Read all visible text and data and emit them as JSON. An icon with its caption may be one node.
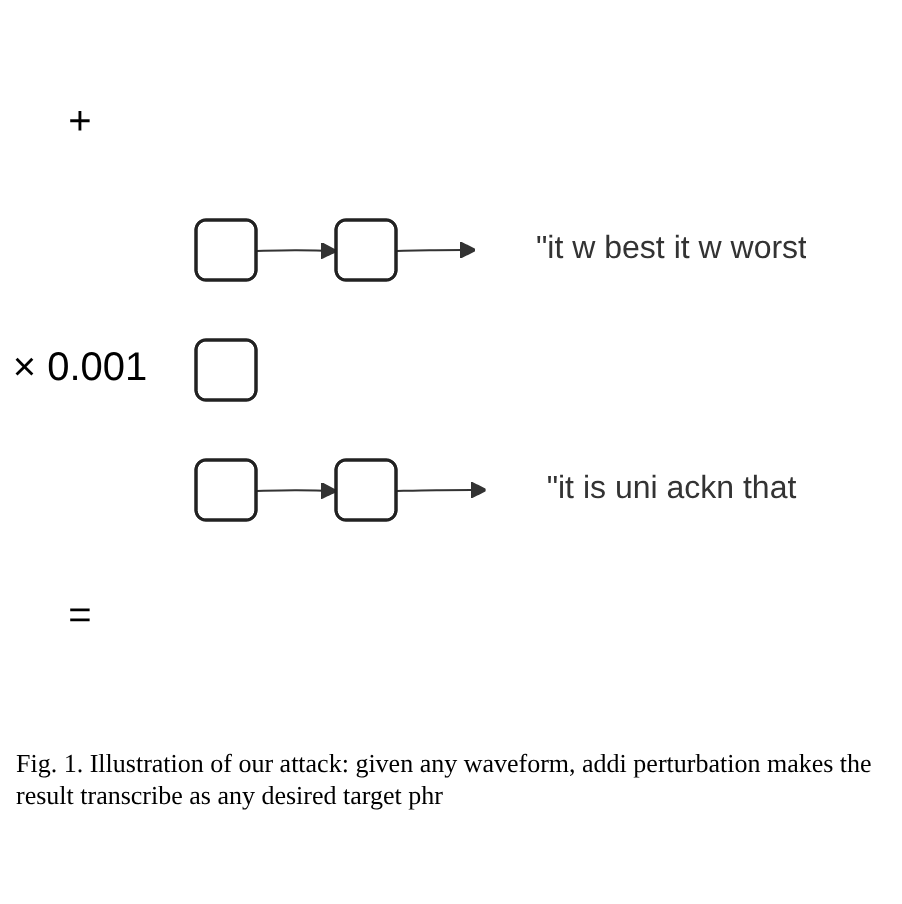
{
  "diagram": {
    "caption": "Fig. 1. Illustration of our attack: given any waveform, addi perturbation makes the result transcribe as any desired target phr",
    "nodes": [
      {
        "text": [],
        "shape": "box"
      },
      {
        "text": [],
        "shape": "box"
      },
      {
        "text": [
          "\"it w best it w worst"
        ]
      },
      {
        "text": [],
        "shape": "box"
      },
      {
        "text": [],
        "shape": "box"
      },
      {
        "text": [],
        "shape": "box"
      },
      {
        "text": [
          "\"it is uni ackn that"
        ]
      }
    ],
    "edges": [
      {
        "from": 0,
        "to": 1,
        "arrow": "to"
      },
      {
        "from": 1,
        "to": 2,
        "arrow": "to"
      },
      {
        "from": 4,
        "to": 5,
        "arrow": "to"
      },
      {
        "from": 5,
        "to": 6,
        "arrow": "to"
      }
    ],
    "labels": [
      "+",
      "× 0.001",
      "="
    ]
  }
}
